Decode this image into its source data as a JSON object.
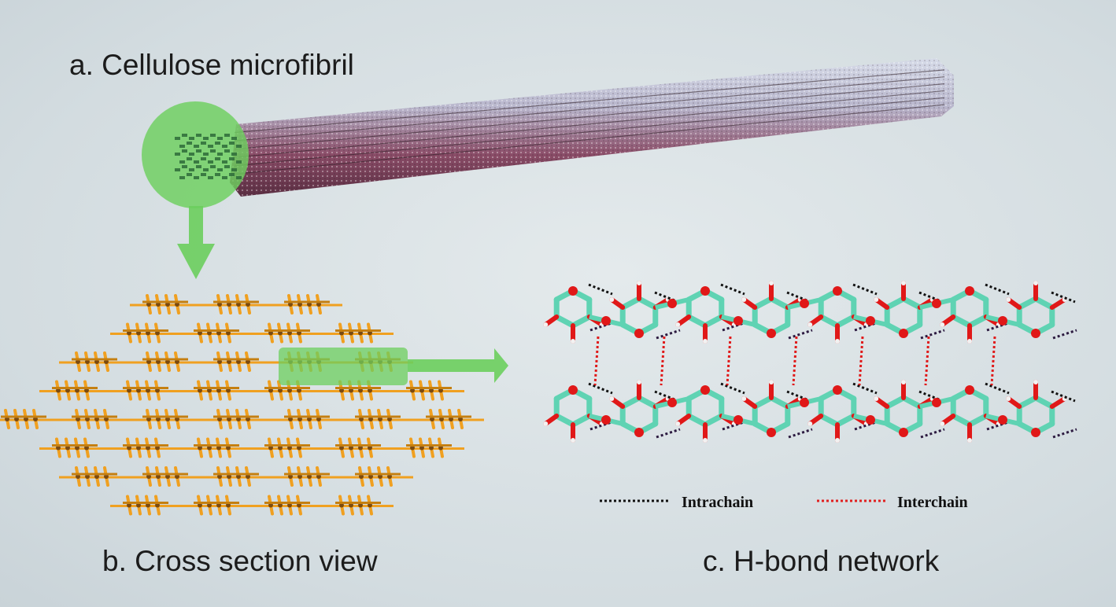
{
  "panels": {
    "a": "a.  Cellulose microfibril",
    "b": "b.  Cross section view",
    "c": "c. H-bond network"
  },
  "legend": {
    "intrachain": {
      "label": "Intrachain",
      "color": "#111111"
    },
    "interchain": {
      "label": "Interchain",
      "color": "#e02020"
    }
  },
  "colors": {
    "highlight": "#6ccf5e",
    "chain": "#f0a020",
    "carbon": "#5fd3b3",
    "oxygen": "#e01818",
    "hydrogen": "#f2f2f2",
    "fibril_top": "#c8cfe0",
    "fibril_bottom": "#7a3d55"
  },
  "cross_section": {
    "rows": [
      3,
      4,
      5,
      6,
      7,
      6,
      5,
      4
    ]
  }
}
